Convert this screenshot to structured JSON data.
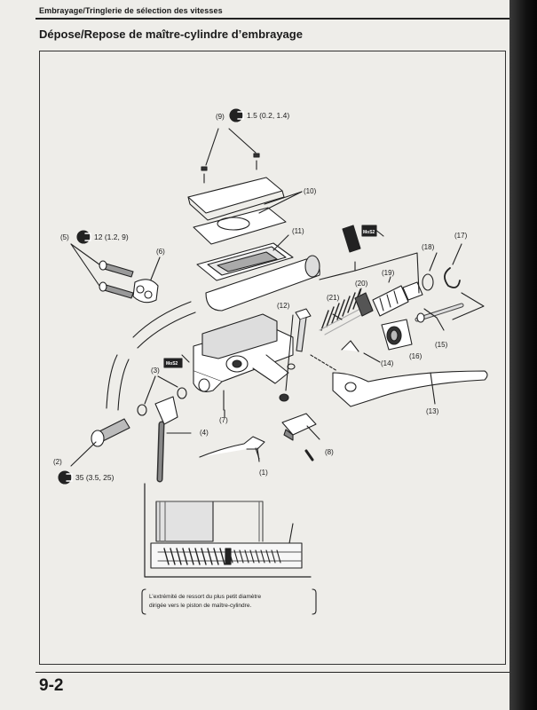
{
  "header": {
    "section": "Embrayage/Tringlerie de sélection des vitesses",
    "title": "Dépose/Repose de maître-cylindre d’embrayage"
  },
  "callouts": {
    "c1": "(1)",
    "c2": "(2)",
    "c3": "(3)",
    "c4": "(4)",
    "c5": "(5)",
    "c6": "(6)",
    "c7": "(7)",
    "c8": "(8)",
    "c9": "(9)",
    "c10": "(10)",
    "c11": "(11)",
    "c12": "(12)",
    "c13": "(13)",
    "c14": "(14)",
    "c15": "(15)",
    "c16": "(16)",
    "c17": "(17)",
    "c18": "(18)",
    "c19": "(19)",
    "c20": "(20)",
    "c21": "(21)"
  },
  "torques": {
    "t9": "1.5 (0.2, 1.4)",
    "t5": "12 (1.2, 9)",
    "t2": "35 (3.5, 25)"
  },
  "tags": {
    "grease": "MoS2"
  },
  "inset_note": {
    "line1": "L’extrémité de ressort du plus petit diamètre",
    "line2": "dirigée vers le piston de maître-cylindre."
  },
  "footer": {
    "page_number": "9-2"
  }
}
